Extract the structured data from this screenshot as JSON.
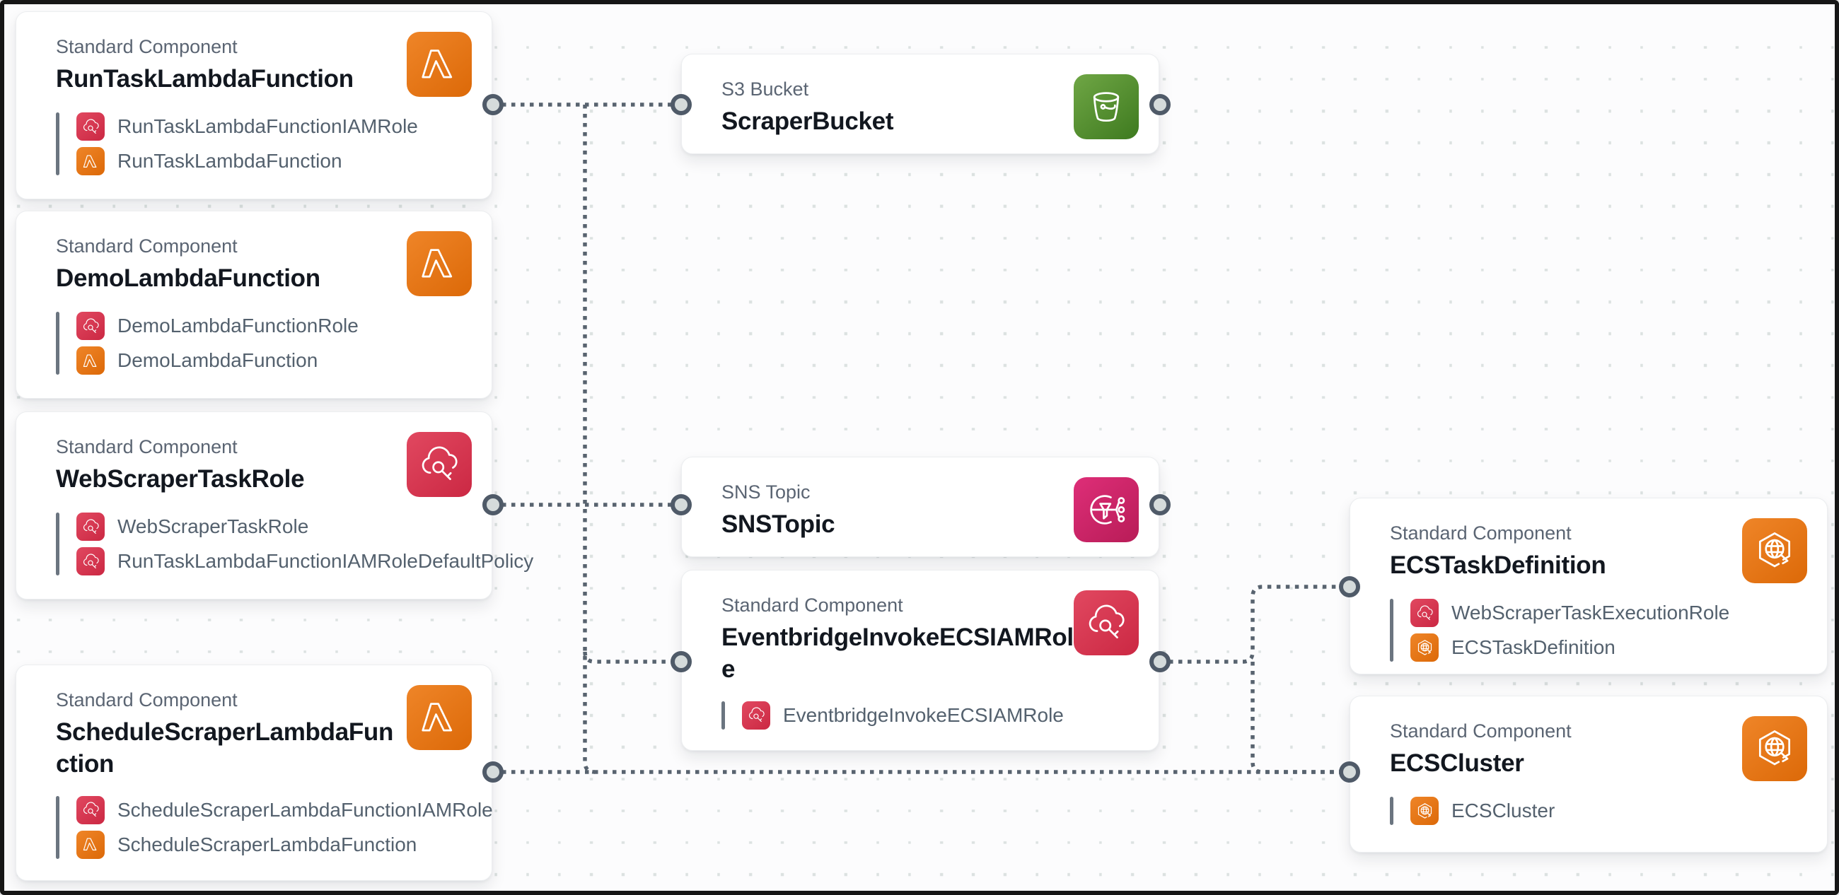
{
  "canvas": {
    "background": "#fcfcfd",
    "grid_dot_color": "#dce2e1",
    "connector_color": "#58636f",
    "port_fill": "#d5dbdb",
    "port_ring": "#4f5a68",
    "card_background": "#ffffff"
  },
  "icons": {
    "lambda": {
      "name": "lambda-icon",
      "color": "#E8730F"
    },
    "iam": {
      "name": "iam-role-icon",
      "color": "#DC3B55"
    },
    "s3": {
      "name": "s3-bucket-icon",
      "color": "#569A31"
    },
    "sns": {
      "name": "sns-topic-icon",
      "color": "#D02369"
    },
    "ecs": {
      "name": "ecs-icon",
      "color": "#E8730F"
    }
  },
  "cards": [
    {
      "type_label": "Standard Component",
      "title": "RunTaskLambdaFunction",
      "icon": "lambda",
      "children": [
        {
          "icon": "iam",
          "label": "RunTaskLambdaFunctionIAMRole"
        },
        {
          "icon": "lambda",
          "label": "RunTaskLambdaFunction"
        }
      ]
    },
    {
      "type_label": "Standard Component",
      "title": "DemoLambdaFunction",
      "icon": "lambda",
      "children": [
        {
          "icon": "iam",
          "label": "DemoLambdaFunctionRole"
        },
        {
          "icon": "lambda",
          "label": "DemoLambdaFunction"
        }
      ]
    },
    {
      "type_label": "Standard Component",
      "title": "WebScraperTaskRole",
      "icon": "iam",
      "children": [
        {
          "icon": "iam",
          "label": "WebScraperTaskRole"
        },
        {
          "icon": "iam",
          "label": "RunTaskLambdaFunctionIAMRoleDefaultPolicy"
        }
      ]
    },
    {
      "type_label": "Standard Component",
      "title": "ScheduleScraperLambdaFunction",
      "icon": "lambda",
      "children": [
        {
          "icon": "iam",
          "label": "ScheduleScraperLambdaFunctionIAMRole"
        },
        {
          "icon": "lambda",
          "label": "ScheduleScraperLambdaFunction"
        }
      ]
    },
    {
      "type_label": "S3 Bucket",
      "title": "ScraperBucket",
      "icon": "s3",
      "children": []
    },
    {
      "type_label": "SNS Topic",
      "title": "SNSTopic",
      "icon": "sns",
      "children": []
    },
    {
      "type_label": "Standard Component",
      "title": "EventbridgeInvokeECSIAMRole",
      "icon": "iam",
      "children": [
        {
          "icon": "iam",
          "label": "EventbridgeInvokeECSIAMRole"
        }
      ]
    },
    {
      "type_label": "Standard Component",
      "title": "ECSTaskDefinition",
      "icon": "ecs",
      "children": [
        {
          "icon": "iam",
          "label": "WebScraperTaskExecutionRole"
        },
        {
          "icon": "ecs",
          "label": "ECSTaskDefinition"
        }
      ]
    },
    {
      "type_label": "Standard Component",
      "title": "ECSCluster",
      "icon": "ecs",
      "children": [
        {
          "icon": "ecs",
          "label": "ECSCluster"
        }
      ]
    }
  ],
  "connections": [
    {
      "from": "RunTaskLambdaFunction",
      "to": "ScraperBucket"
    },
    {
      "from": "WebScraperTaskRole",
      "to": "SNSTopic"
    },
    {
      "from": "shared-trunk",
      "to": "EventbridgeInvokeECSIAMRole"
    },
    {
      "from": "ScheduleScraperLambdaFunction",
      "to": "ECSCluster"
    },
    {
      "from": "EventbridgeInvokeECSIAMRole",
      "to": "ECSTaskDefinition"
    },
    {
      "from": "EventbridgeInvokeECSIAMRole",
      "to": "ECSCluster"
    }
  ]
}
